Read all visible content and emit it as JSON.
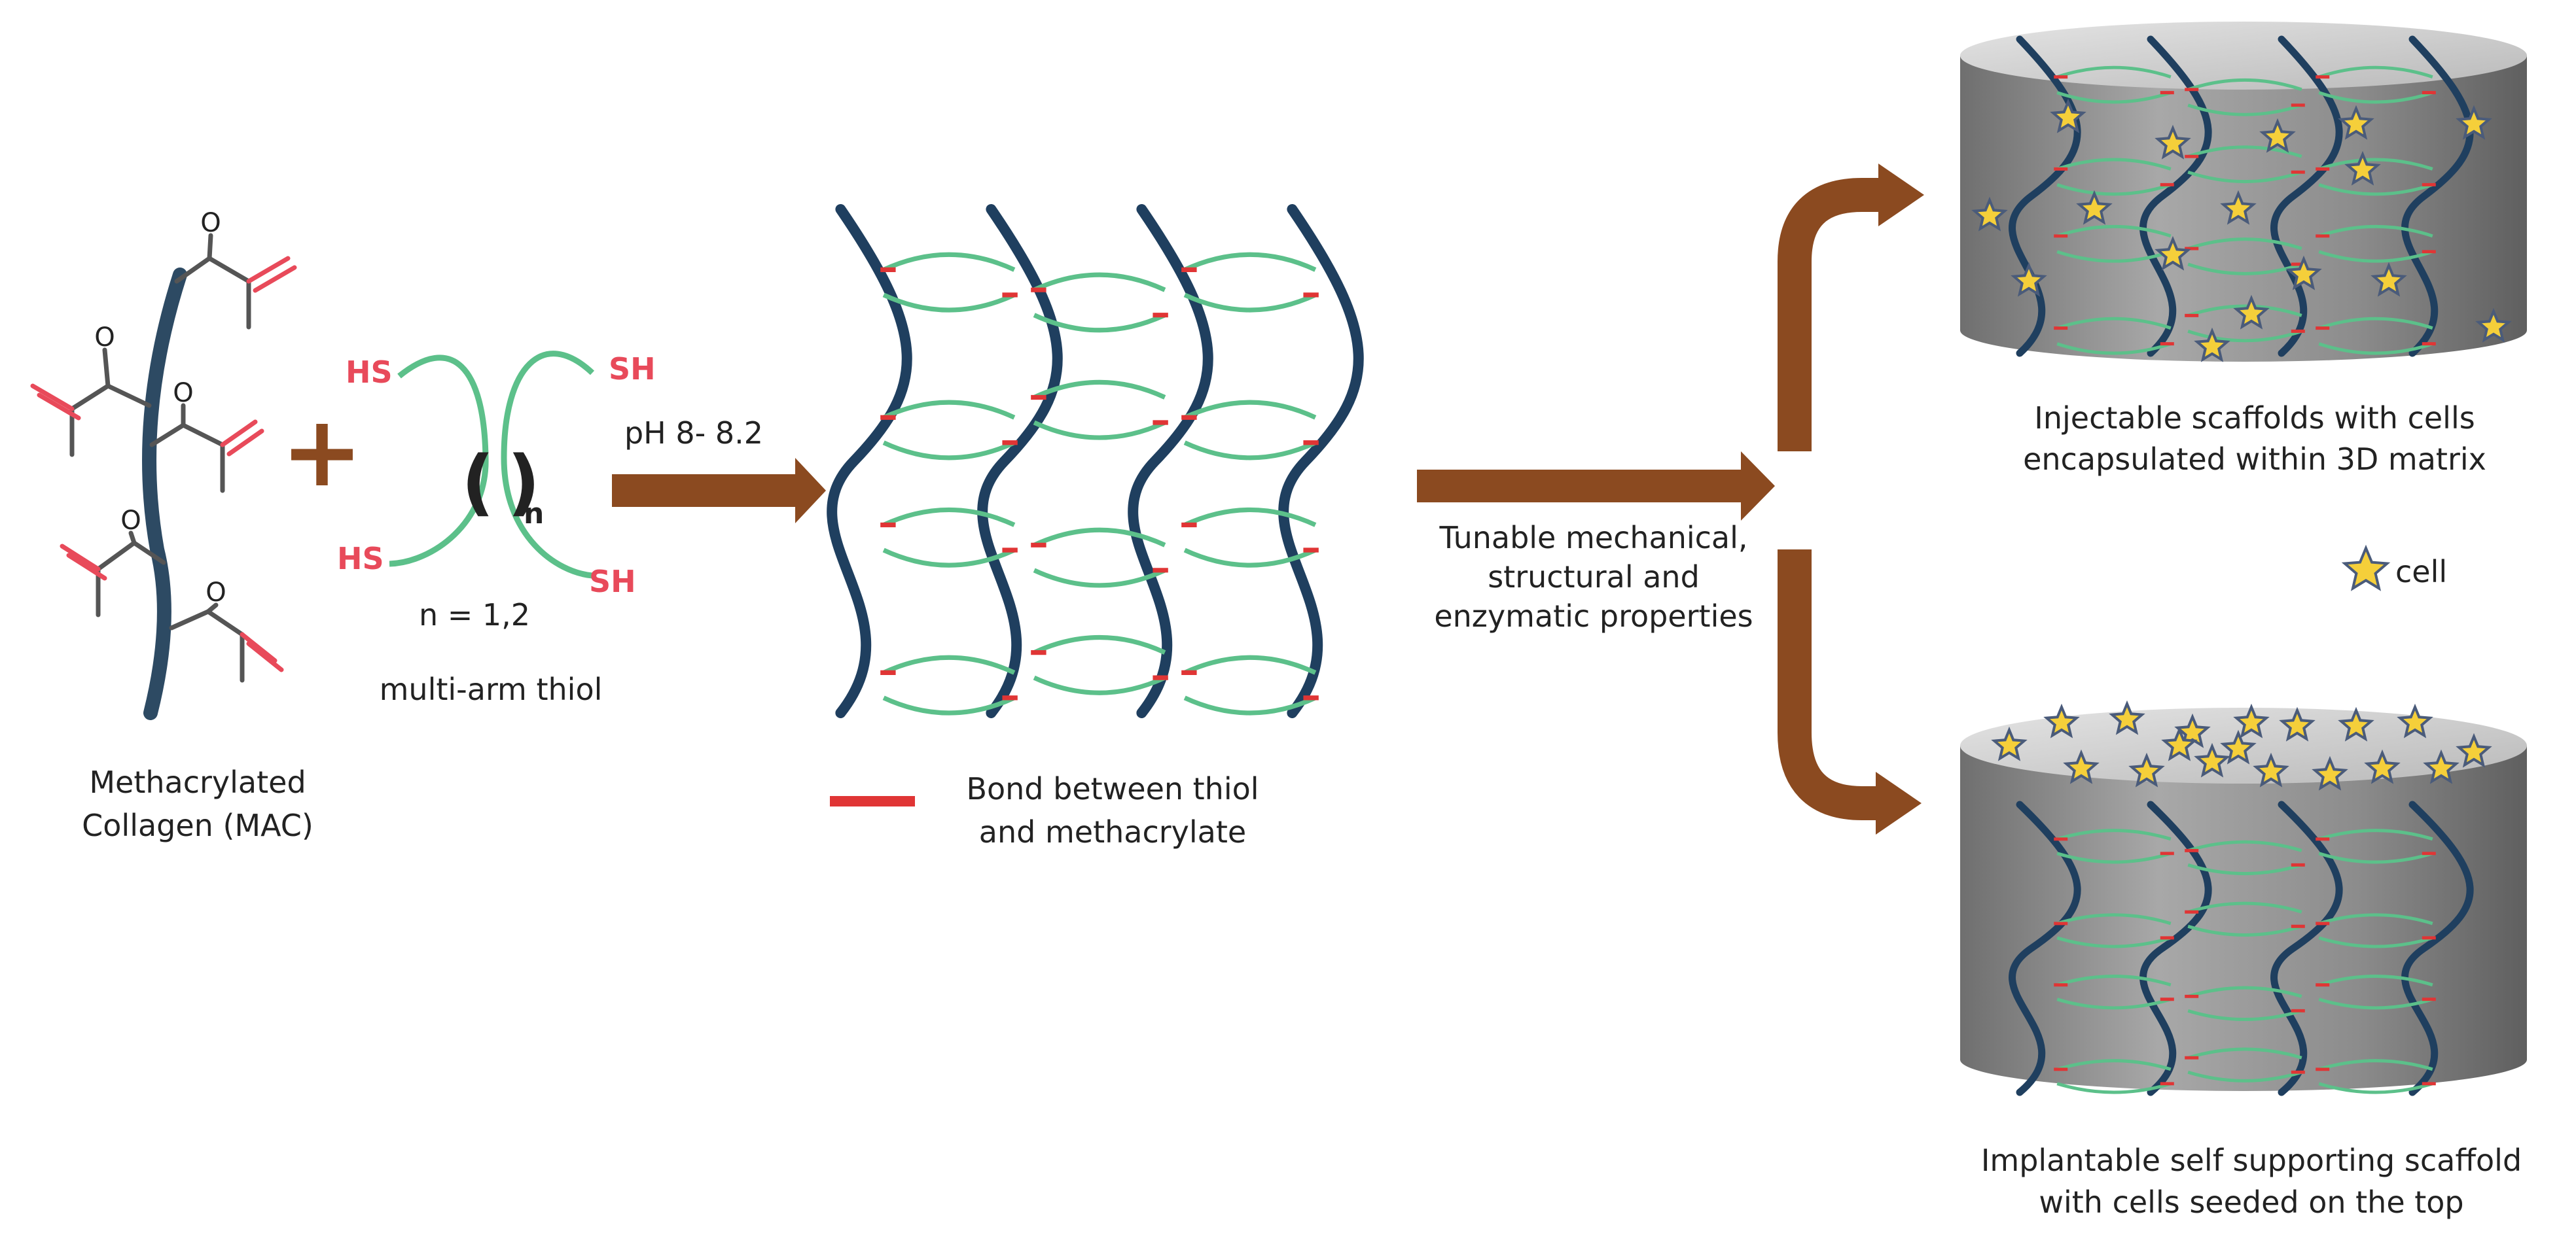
{
  "labels": {
    "mac": [
      "Methacrylated",
      "Collagen (MAC)"
    ],
    "thiol": "multi-arm thiol",
    "n_value": "n = 1,2",
    "n_sub": "n",
    "hs": "HS",
    "sh": "SH",
    "o": "O",
    "plus": "+",
    "ph": "pH 8- 8.2",
    "bond": [
      "Bond between thiol",
      "and methacrylate"
    ],
    "tunable": [
      "Tunable mechanical,",
      "structural and",
      "enzymatic properties"
    ],
    "injectable": [
      "Injectable scaffolds with cells",
      "encapsulated within 3D matrix"
    ],
    "cell": "cell",
    "implantable": [
      "Implantable self supporting scaffold",
      "with cells seeded on the top"
    ]
  },
  "colors": {
    "arrow": "#8B4A20",
    "collagen_strand": "#1f3f5f",
    "thiol_green": "#5cc08a",
    "bond_red": "#e03535",
    "label_red": "#e84a5a",
    "cylinder": "#8f8f8f",
    "cylinder_top": "#cfcfcf",
    "star": "#f5cf3a"
  },
  "icons": {
    "cell": "star-icon"
  }
}
